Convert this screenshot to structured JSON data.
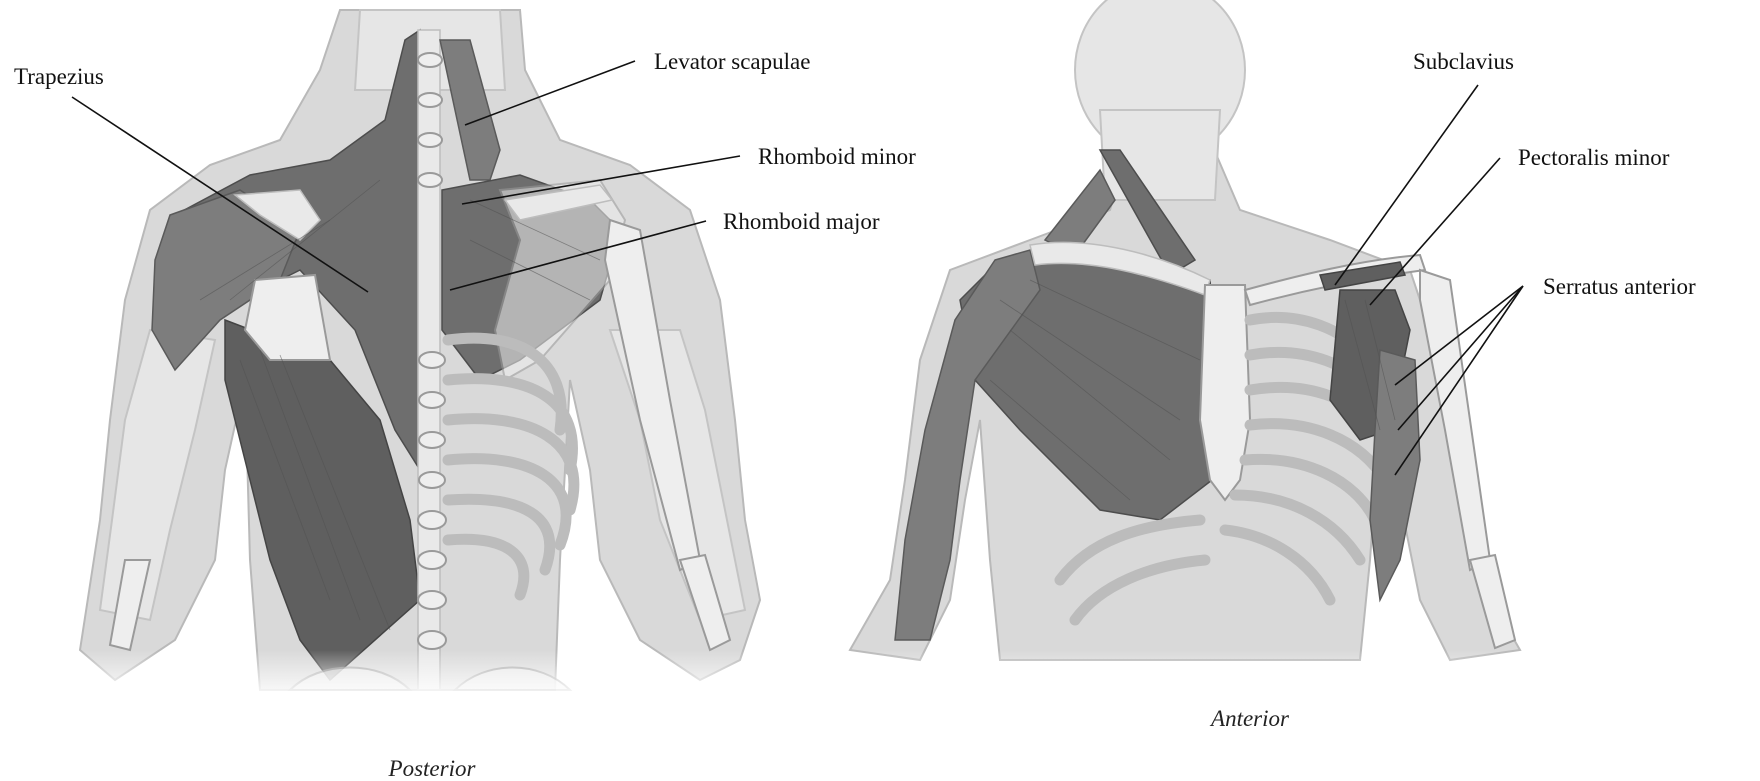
{
  "posterior_view": {
    "caption": "Posterior",
    "labels": {
      "trapezius": "Trapezius",
      "levator_scapulae": "Levator scapulae",
      "rhomboid_minor": "Rhomboid minor",
      "rhomboid_major": "Rhomboid major"
    }
  },
  "anterior_view": {
    "caption": "Anterior",
    "labels": {
      "subclavius": "Subclavius",
      "pectoralis_minor": "Pectoralis minor",
      "serratus_anterior": "Serratus anterior"
    }
  }
}
